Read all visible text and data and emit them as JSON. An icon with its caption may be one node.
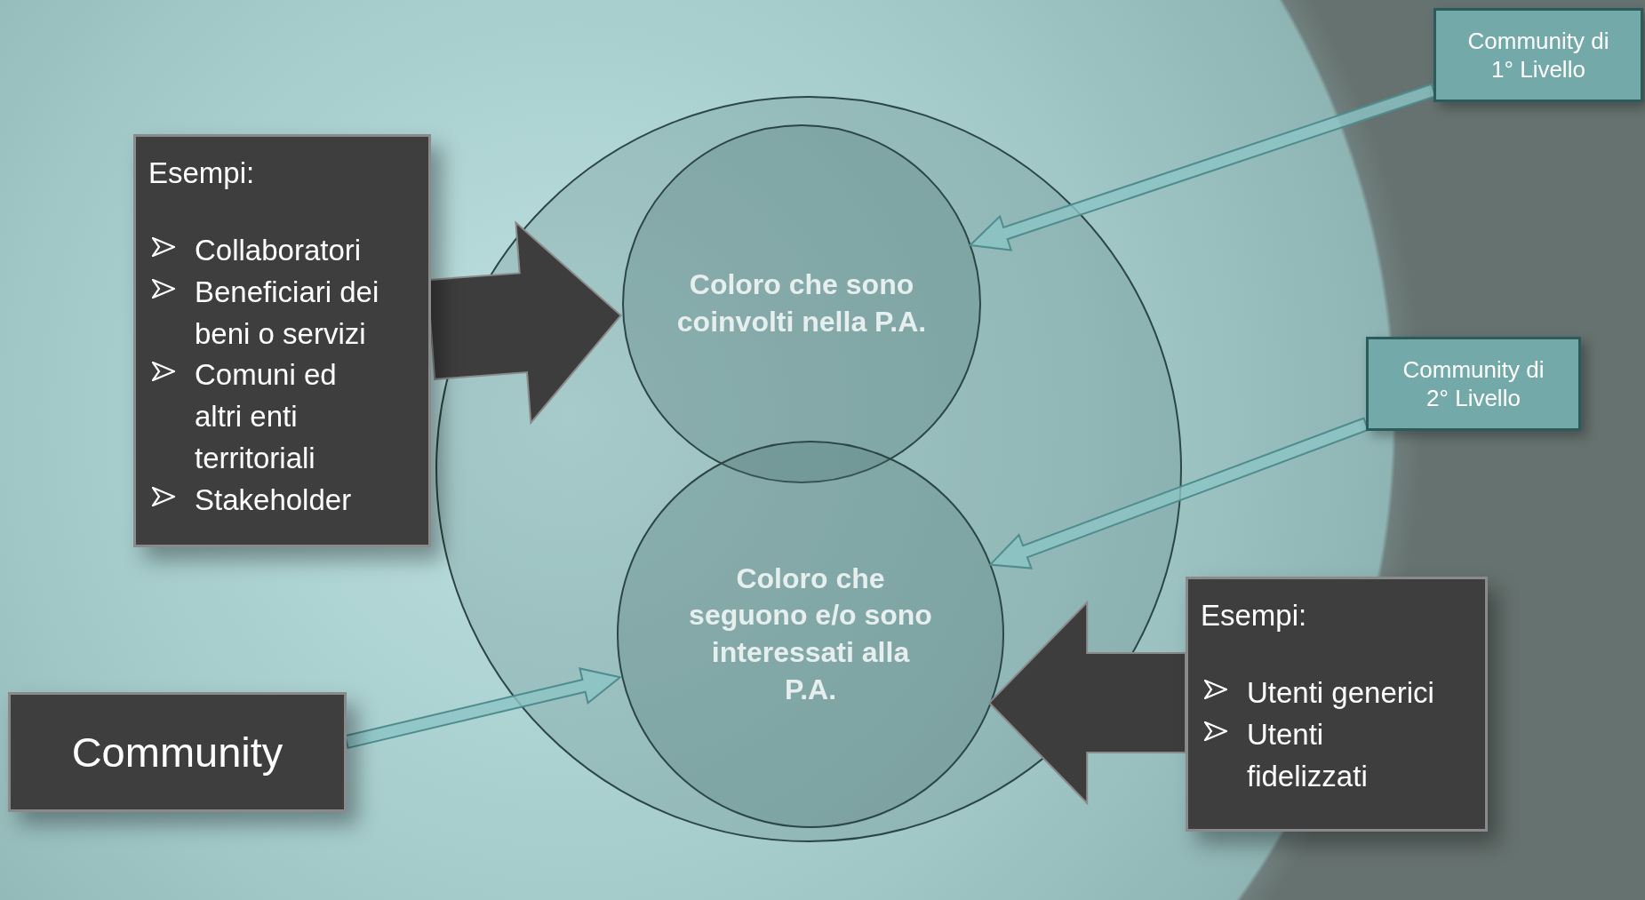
{
  "diagram": {
    "nodes": [
      {
        "text": [
          "Esempi:",
          "Collaboratori",
          "Beneficiari dei beni o servizi",
          "Comuni ed altri enti territoriali",
          "Stakeholder"
        ]
      },
      {
        "text": [],
        "shape": "circle"
      },
      {
        "text": [
          "Coloro che sono coinvolti nella P.A."
        ],
        "in": 1
      },
      {
        "text": [
          "Coloro che seguono e/o sono interessati alla P.A."
        ],
        "in": 1
      },
      {
        "text": [
          "Esempi:",
          "Utenti generici",
          "Utenti fidelizzati"
        ]
      },
      {
        "text": [
          "Community"
        ]
      },
      {
        "text": [
          "Community di 1° Livello"
        ]
      },
      {
        "text": [
          "Community di 2° Livello"
        ]
      }
    ],
    "edges": [
      {
        "from": 0,
        "to": 2,
        "arrow": "to",
        "style": "thick",
        "color": "#3d3d3d"
      },
      {
        "from": 4,
        "to": 3,
        "arrow": "to",
        "style": "thick",
        "color": "#3d3d3d"
      },
      {
        "from": 5,
        "to": 3,
        "arrow": "to"
      },
      {
        "from": 6,
        "to": 2,
        "arrow": "to"
      },
      {
        "from": 7,
        "to": 3,
        "arrow": "to"
      }
    ]
  }
}
